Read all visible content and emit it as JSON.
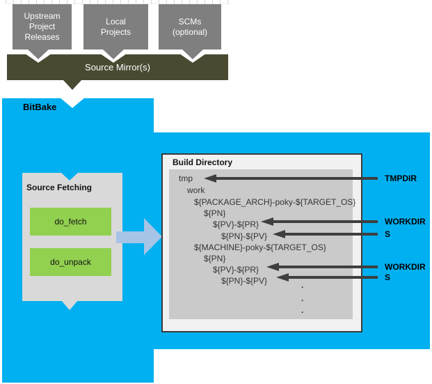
{
  "colors": {
    "blue": "#00b0f0",
    "olive": "#4a4a33",
    "boxGray": "#7f7f7f",
    "ltGray": "#d9d9d9",
    "green": "#92d050",
    "steel": "#a6c4e6",
    "panelBg": "#f1f1f1",
    "innerGray": "#cacaca",
    "darkArrow": "#3f3f3f"
  },
  "top": {
    "boxes": [
      {
        "lines": [
          "Upstream",
          "Project",
          "Releases"
        ]
      },
      {
        "lines": [
          "Local",
          "Projects"
        ]
      },
      {
        "lines": [
          "SCMs",
          "(optional)"
        ]
      }
    ],
    "mirror_label": "Source Mirror(s)"
  },
  "bitbake_label": "BitBake",
  "source_fetching": {
    "title": "Source Fetching",
    "tasks": [
      "do_fetch",
      "do_unpack"
    ]
  },
  "build_directory": {
    "title": "Build Directory",
    "tree": [
      {
        "text": "tmp"
      },
      {
        "text": "work"
      },
      {
        "text": "${PACKAGE_ARCH}-poky-${TARGET_OS}"
      },
      {
        "text": "${PN}"
      },
      {
        "text": "${PV}-${PR}"
      },
      {
        "text": "${PN}-${PV}"
      },
      {
        "text": "${MACHINE}-poky-${TARGET_OS}"
      },
      {
        "text": "${PN}"
      },
      {
        "text": "${PV}-${PR}"
      },
      {
        "text": "${PN}-${PV}"
      }
    ],
    "dots": [
      ".",
      ".",
      "."
    ]
  },
  "annotations": [
    {
      "label": "TMPDIR"
    },
    {
      "label": "WORKDIR"
    },
    {
      "label": "S"
    },
    {
      "label": "WORKDIR"
    },
    {
      "label": "S"
    }
  ]
}
